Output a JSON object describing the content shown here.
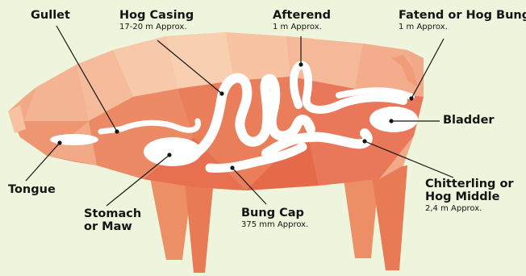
{
  "colors": {
    "background": "#eef5dc",
    "body_light": "#f6c5a4",
    "body_mid": "#f0a07a",
    "body_dark": "#e5684a",
    "organ": "#ffffff",
    "line": "#141414"
  },
  "labels": {
    "gullet": {
      "title": "Gullet"
    },
    "hog_casing": {
      "title": "Hog Casing",
      "sub": "17-20 m Approx."
    },
    "afterend": {
      "title": "Afterend",
      "sub": "1 m Approx."
    },
    "fatend": {
      "title": "Fatend or Hog Bung",
      "sub": "1 m Approx."
    },
    "bladder": {
      "title": "Bladder"
    },
    "tongue": {
      "title": "Tongue"
    },
    "stomach": {
      "title1": "Stomach",
      "title2": "or Maw"
    },
    "bung_cap": {
      "title": "Bung Cap",
      "sub": "375 mm Approx."
    },
    "chitterling": {
      "title1": "Chitterling or",
      "title2": "Hog Middle",
      "sub": "2,4 m Approx."
    }
  }
}
